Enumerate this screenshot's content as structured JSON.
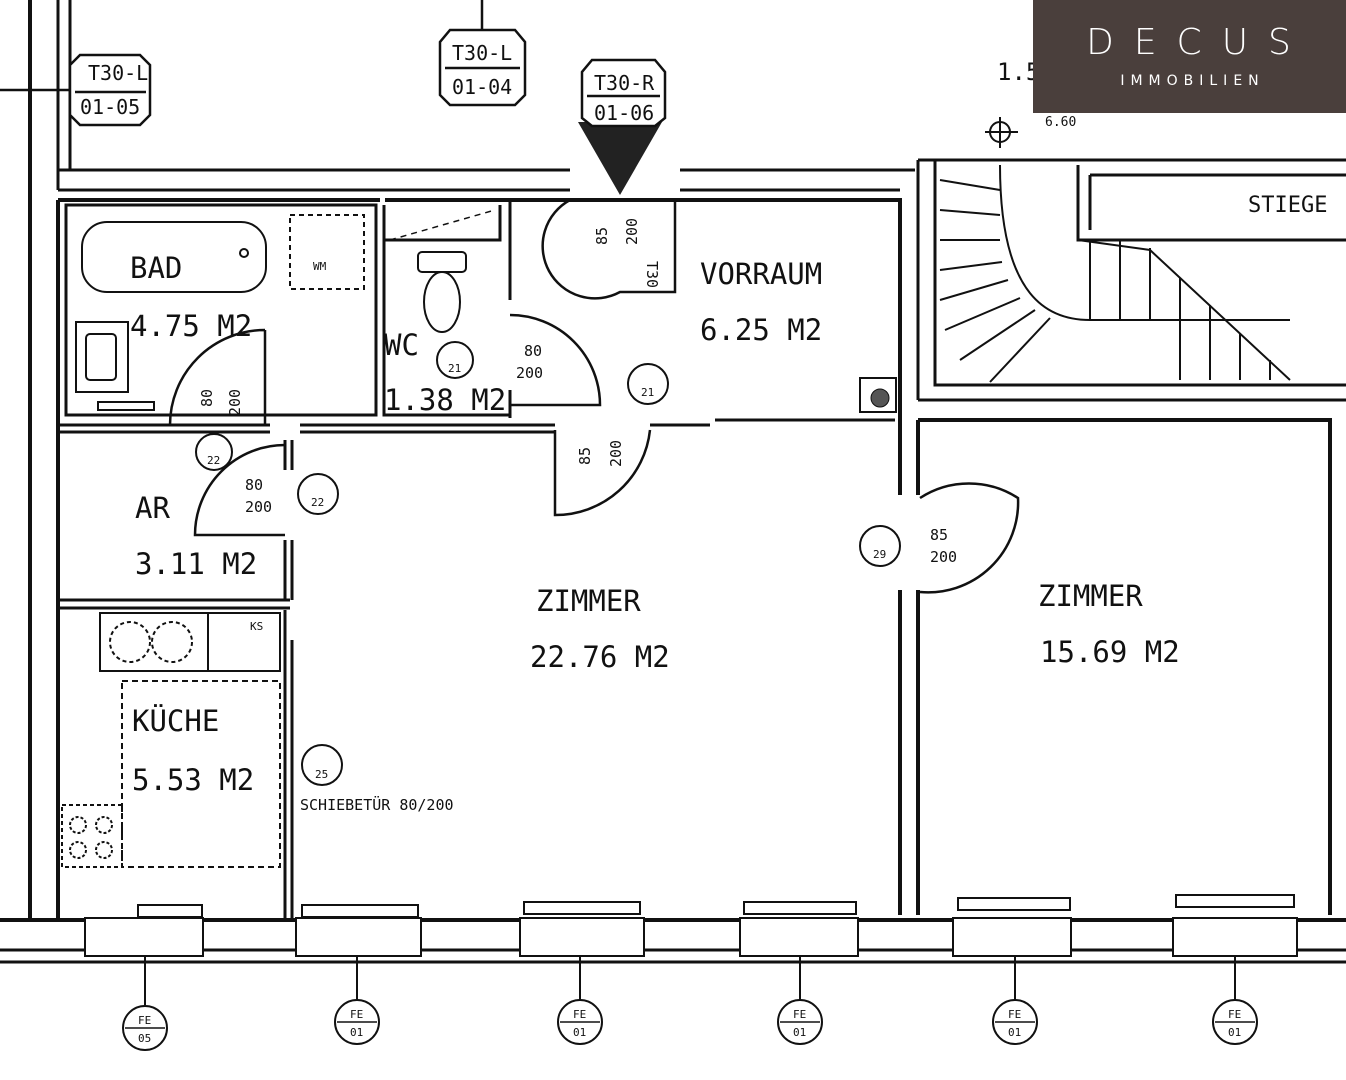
{
  "logo": {
    "brand": "DECUS",
    "tagline": "IMMOBILIEN"
  },
  "rooms": [
    {
      "name": "BAD",
      "area": "4.75 M2"
    },
    {
      "name": "WC",
      "area": "1.38 M2"
    },
    {
      "name": "VORRAUM",
      "area": "6.25 M2"
    },
    {
      "name": "AR",
      "area": "3.11 M2"
    },
    {
      "name": "KÜCHE",
      "area": "5.53 M2"
    },
    {
      "name": "ZIMMER",
      "area": "22.76 M2"
    },
    {
      "name": "ZIMMER",
      "area": "15.69 M2"
    }
  ],
  "stair_label": "STIEGE",
  "fire_doors": [
    {
      "rating": "T30-L",
      "code": "01-05"
    },
    {
      "rating": "T30-L",
      "code": "01-04"
    },
    {
      "rating": "T30-R",
      "code": "01-06"
    }
  ],
  "door_dims": [
    {
      "w": "85",
      "h": "200"
    },
    {
      "w": "80",
      "h": "200"
    },
    {
      "w": "80",
      "h": "200"
    },
    {
      "w": "80",
      "h": "200"
    },
    {
      "w": "85",
      "h": "200"
    },
    {
      "w": "85",
      "h": "200"
    }
  ],
  "door_type_t30": "T30",
  "door_markers": [
    "21",
    "21",
    "22",
    "22",
    "25",
    "29"
  ],
  "fixture_labels": {
    "washer": "WM",
    "fridge": "KS",
    "level": "1.5",
    "level_value": "6.60"
  },
  "sliding_door": "SCHIEBETÜR 80/200",
  "window_markers": [
    "05",
    "01",
    "01",
    "01",
    "01",
    "01"
  ],
  "window_type": "FE"
}
